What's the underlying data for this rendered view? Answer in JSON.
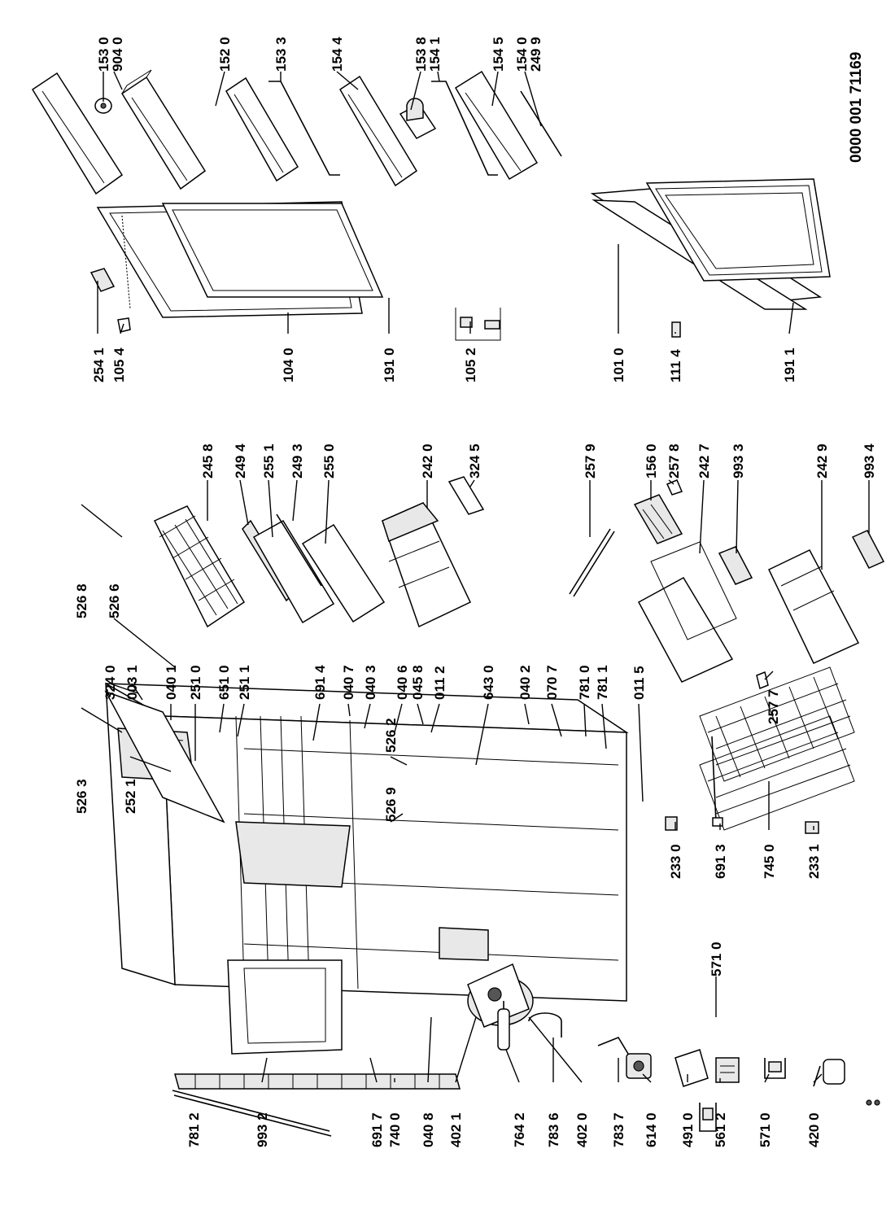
{
  "document_number": "0000 001 71169",
  "part_labels": [
    "153 0",
    "904 0",
    "152 0",
    "153 3",
    "154 4",
    "153 8",
    "154 1",
    "154 5",
    "154 0",
    "249 9",
    "254 1",
    "105 4",
    "104 0",
    "191 0",
    "105 2",
    "101 0",
    "111 4",
    "191 1",
    "245 8",
    "249 4",
    "255 1",
    "249 3",
    "255 0",
    "242 0",
    "324 5",
    "257 9",
    "156 0",
    "257 8",
    "242 7",
    "993 3",
    "242 9",
    "993 4",
    "257 7",
    "324 0",
    "003 1",
    "040 1",
    "251 0",
    "651 0",
    "251 1",
    "691 4",
    "040 7",
    "040 3",
    "040 6",
    "045 8",
    "011 2",
    "643 0",
    "040 2",
    "070 7",
    "781 0",
    "781 1",
    "011 5",
    "526 8",
    "526 6",
    "526 3",
    "252 1",
    "526 2",
    "526 9",
    "233 0",
    "691 3",
    "745 0",
    "233 1",
    "571 0",
    "781 2",
    "993 2",
    "691 7",
    "740 0",
    "040 8",
    "402 1",
    "764 2",
    "783 6",
    "402 0",
    "783 7",
    "614 0",
    "491 0",
    "561 2",
    "571 0",
    "420 0"
  ]
}
